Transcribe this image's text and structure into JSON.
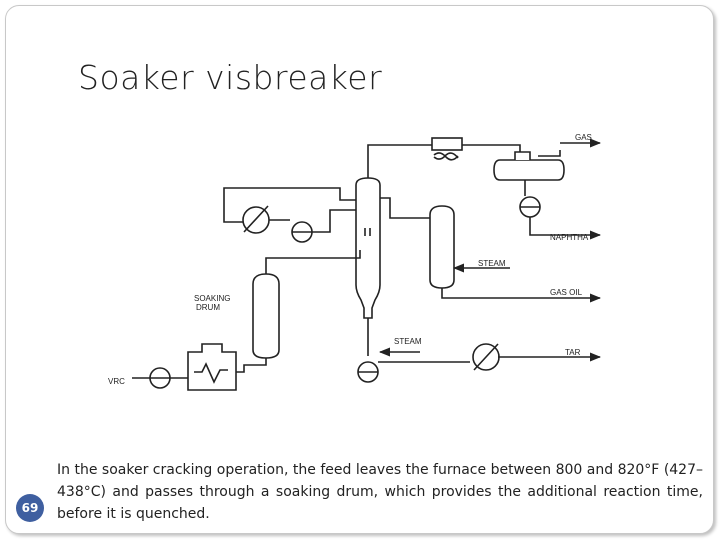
{
  "slide": {
    "title": "Soaker visbreaker",
    "number": "69",
    "caption": "In the soaker cracking operation, the feed leaves the furnace between 800 and 820°F (427–438°C) and passes through a soaking drum, which provides the additional reaction time, before it is quenched."
  },
  "diagram": {
    "labels": {
      "gas": "GAS",
      "naphtha": "NAPHTHA",
      "steam_upper": "STEAM",
      "gas_oil": "GAS OIL",
      "soaking_drum_line1": "SOAKING",
      "soaking_drum_line2": "DRUM",
      "steam_lower": "STEAM",
      "tar": "TAR",
      "vrc": "VRC"
    }
  }
}
